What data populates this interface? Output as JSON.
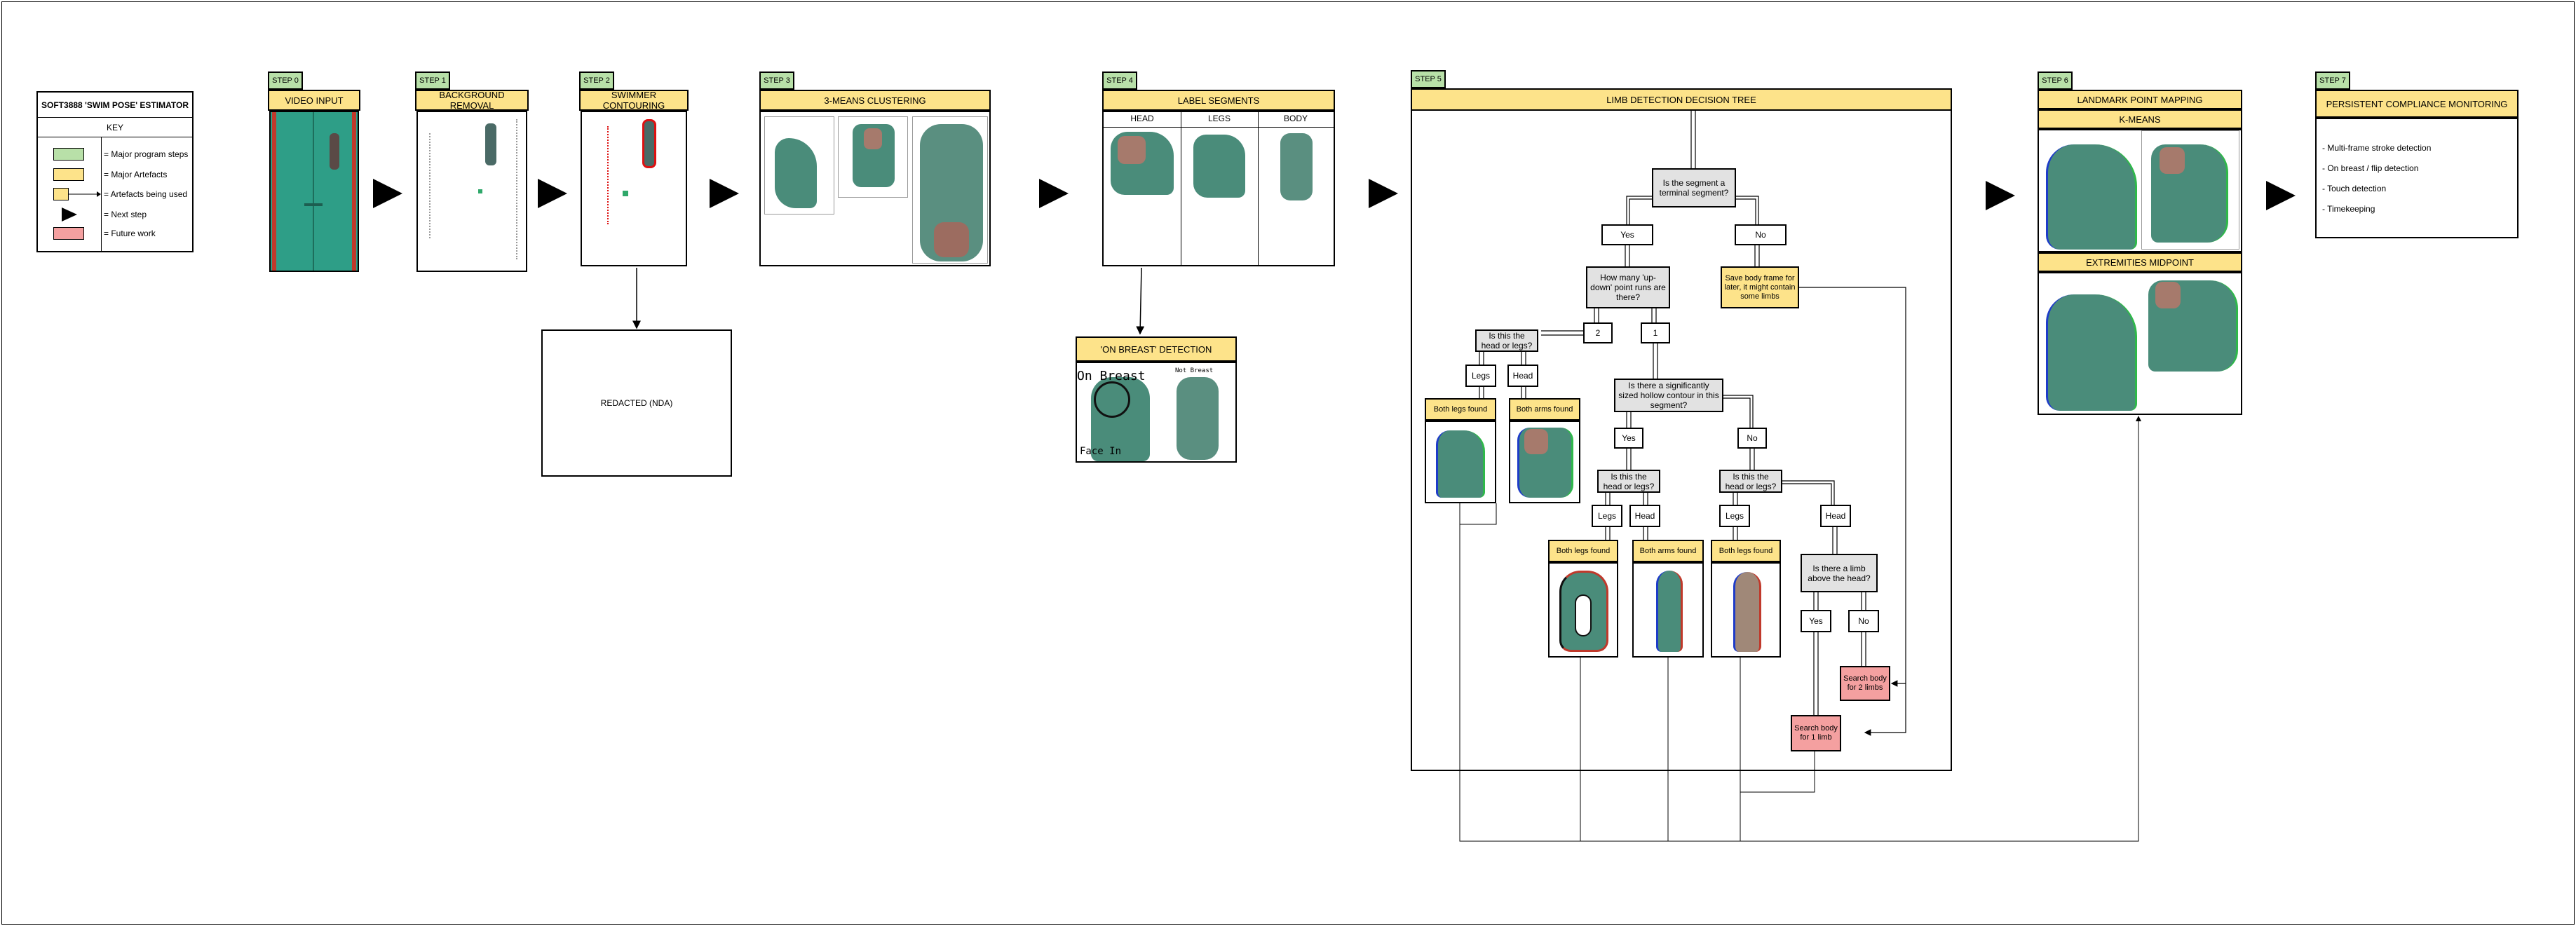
{
  "title": "SOFT3888 'SWIM POSE' ESTIMATOR",
  "key": {
    "heading": "KEY",
    "items": [
      {
        "label": "= Major program steps",
        "color": "#b8e0a8"
      },
      {
        "label": "= Major Artefacts",
        "color": "#fde38a"
      },
      {
        "label": "= Artefacts being used",
        "color": "#fde38a"
      },
      {
        "label": "= Next step",
        "color": "#000000"
      },
      {
        "label": "= Future work",
        "color": "#f4a0a0"
      }
    ]
  },
  "colors": {
    "step": "#b8e0a8",
    "artefact": "#fde38a",
    "future": "#f4a0a0",
    "question": "#e2e2e2",
    "pool": "#2e9e87",
    "swimmer": "#4a8c7a"
  },
  "steps": {
    "s0": {
      "tag": "STEP 0",
      "title": "VIDEO INPUT"
    },
    "s1": {
      "tag": "STEP 1",
      "title": "BACKGROUND REMOVAL"
    },
    "s2": {
      "tag": "STEP 2",
      "title": "SWIMMER CONTOURING"
    },
    "s3": {
      "tag": "STEP 3",
      "title": "3-MEANS CLUSTERING"
    },
    "s4": {
      "tag": "STEP 4",
      "title": "LABEL SEGMENTS",
      "cols": [
        "HEAD",
        "LEGS",
        "BODY"
      ]
    },
    "s5": {
      "tag": "STEP 5",
      "title": "LIMB DETECTION DECISION TREE"
    },
    "s6": {
      "tag": "STEP 6",
      "title": "LANDMARK POINT MAPPING",
      "sub1": "K-MEANS",
      "sub2": "EXTREMITIES MIDPOINT"
    },
    "s7": {
      "tag": "STEP 7",
      "title": "PERSISTENT COMPLIANCE MONITORING",
      "items": [
        "- Multi-frame stroke detection",
        "- On breast / flip detection",
        "- Touch detection",
        "- Timekeeping"
      ]
    }
  },
  "redacted": "REDACTED (NDA)",
  "on_breast": {
    "title": "'ON BREAST' DETECTION",
    "text1": "On Breast",
    "text2": "Face In",
    "text3": "Not Breast"
  },
  "tree": {
    "q_terminal": "Is the segment a terminal segment?",
    "yes": "Yes",
    "no": "No",
    "q_runs": "How many 'up-down' point runs are there?",
    "save_body": "Save body frame for later, it might contain some limbs",
    "two": "2",
    "one": "1",
    "q_head_legs": "Is this the head or legs?",
    "legs": "Legs",
    "head": "Head",
    "both_legs": "Both legs found",
    "both_arms": "Both arms found",
    "q_hollow": "Is there a significantly sized hollow contour in this segment?",
    "q_limb_above": "Is there a limb above the head?",
    "search_1": "Search body for 1 limb",
    "search_2": "Search body for 2 limbs"
  }
}
